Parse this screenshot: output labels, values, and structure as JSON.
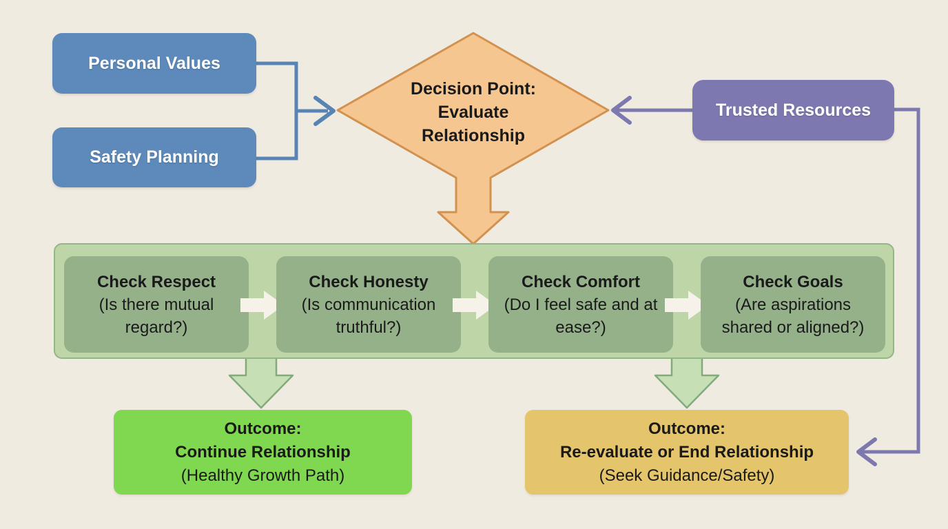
{
  "colors": {
    "bg": "#efebe1",
    "blue": "#5d8aba",
    "blue-line": "#5784b4",
    "purple": "#7d79b0",
    "purple-line": "#7d79ae",
    "diamond-fill": "#f6c690",
    "diamond-stroke": "#d2914f",
    "band-fill": "#bed6a7",
    "band-stroke": "#93b687",
    "check-fill": "#95b18a",
    "white-arrow": "#f6f2e9",
    "green-arrow-fill": "#c6dfb4",
    "green-arrow-stroke": "#83aa7c",
    "outcome-green": "#80d750",
    "outcome-yellow": "#e5c56b",
    "text-dark": "#1a1a1a",
    "text-light": "#ffffff"
  },
  "nodes": {
    "personal_values": {
      "label": "Personal Values"
    },
    "safety_planning": {
      "label": "Safety Planning"
    },
    "decision": {
      "line1": "Decision Point:",
      "line2": "Evaluate",
      "line3": "Relationship"
    },
    "trusted_resources": {
      "label": "Trusted Resources"
    },
    "checks": [
      {
        "title": "Check Respect",
        "subtitle": "(Is there mutual regard?)"
      },
      {
        "title": "Check Honesty",
        "subtitle": "(Is communication truthful?)"
      },
      {
        "title": "Check Comfort",
        "subtitle": "(Do I feel safe and at ease?)"
      },
      {
        "title": "Check Goals",
        "subtitle": "(Are aspirations shared or aligned?)"
      }
    ],
    "outcome_continue": {
      "line1": "Outcome:",
      "line2": "Continue Relationship",
      "line3": "(Healthy Growth Path)"
    },
    "outcome_reevaluate": {
      "line1": "Outcome:",
      "line2": "Re-evaluate or End Relationship",
      "line3": "(Seek Guidance/Safety)"
    }
  }
}
